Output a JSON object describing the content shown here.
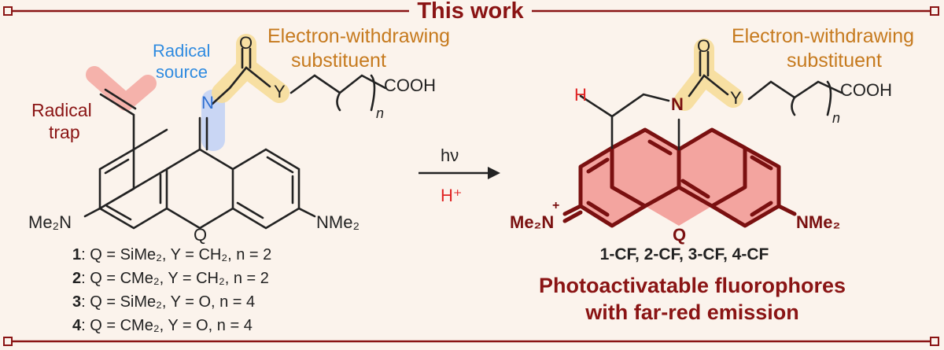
{
  "header": {
    "title": "This work"
  },
  "left_molecule": {
    "annotation_ewg_line1": "Electron-withdrawing",
    "annotation_ewg_line2": "substituent",
    "annotation_radical_source_line1": "Radical",
    "annotation_radical_source_line2": "source",
    "annotation_radical_trap_line1": "Radical",
    "annotation_radical_trap_line2": "trap",
    "atom_o": "O",
    "atom_n": "N",
    "atom_y": "Y",
    "atom_q": "Q",
    "group_cooh": "COOH",
    "group_nme2_left": "Me₂N",
    "group_nme2_right": "NMe₂",
    "subscript_n": "n"
  },
  "compound_list": [
    {
      "id": "1",
      "text": ": Q = SiMe₂, Y = CH₂, n = 2"
    },
    {
      "id": "2",
      "text": ": Q = CMe₂, Y = CH₂, n = 2"
    },
    {
      "id": "3",
      "text": ": Q = SiMe₂, Y = O, n = 4"
    },
    {
      "id": "4",
      "text": ": Q = CMe₂, Y = O, n = 4"
    }
  ],
  "reaction": {
    "condition_top": "hν",
    "condition_bottom": "H⁺"
  },
  "right_molecule": {
    "annotation_ewg_line1": "Electron-withdrawing",
    "annotation_ewg_line2": "substituent",
    "atom_h": "H",
    "atom_o": "O",
    "atom_n": "N",
    "atom_y": "Y",
    "atom_q": "Q",
    "group_cooh": "COOH",
    "subscript_n": "n",
    "group_me2n_plus": "Me₂N",
    "charge_plus": "+",
    "group_nme2": "NMe₂",
    "products": "1-CF,  2-CF,  3-CF,  4-CF",
    "caption_line1": "Photoactivatable fluorophores",
    "caption_line2": "with far-red emission"
  },
  "colors": {
    "frame": "#8a1414",
    "background": "#fbf3ec",
    "orange_highlight": "#f6dd9a",
    "blue_highlight": "#c9d6f4",
    "red_highlight": "#f3a6a0",
    "fluorophore_fill": "#f08a86"
  }
}
